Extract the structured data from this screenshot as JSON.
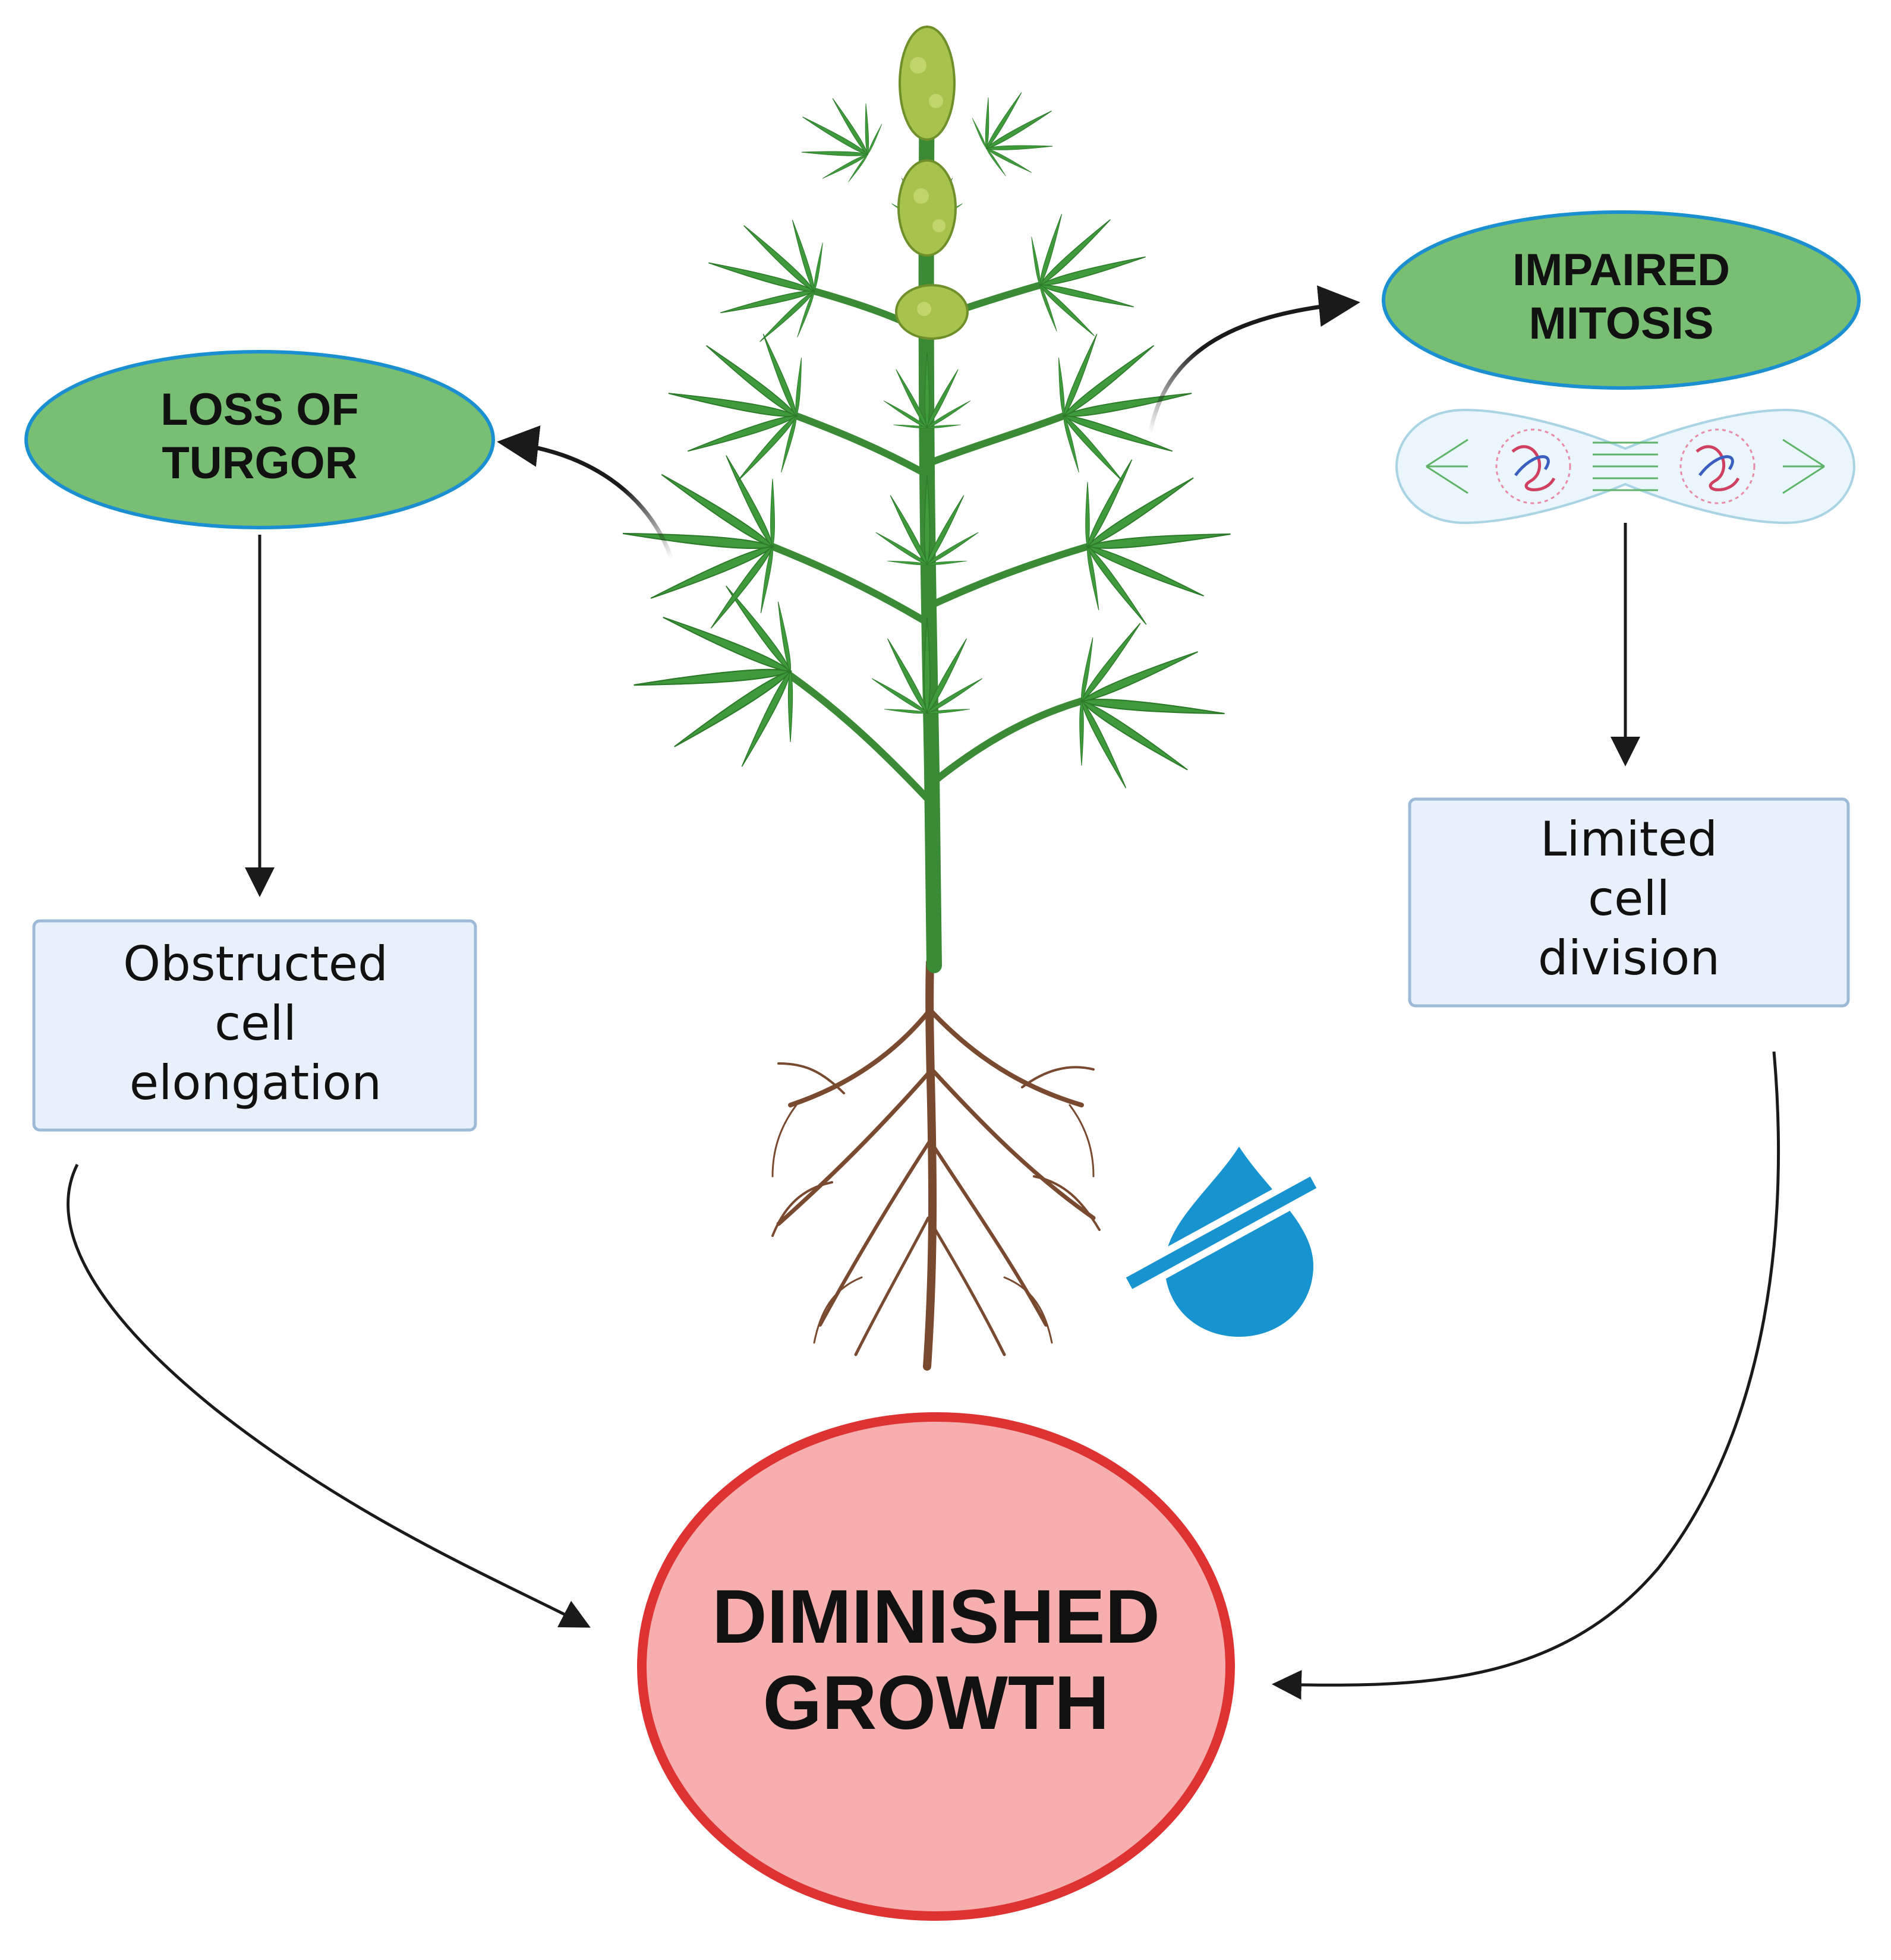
{
  "nodes": {
    "loss_of_turgor": {
      "line1": "LOSS OF",
      "line2": "TURGOR"
    },
    "impaired_mitosis": {
      "line1": "IMPAIRED",
      "line2": "MITOSIS"
    },
    "obstructed": {
      "line1": "Obstructed",
      "line2": "cell",
      "line3": "elongation"
    },
    "limited": {
      "line1": "Limited",
      "line2": "cell",
      "line3": "division"
    },
    "diminished": {
      "line1": "DIMINISHED",
      "line2": "GROWTH"
    }
  },
  "colors": {
    "ellipse_fill": "#79bf73",
    "ellipse_stroke": "#1b8fd0",
    "box_fill": "#e8f1fb",
    "box_stroke": "#9dbbd8",
    "circle_fill": "#f7aeae",
    "circle_stroke": "#dd3333",
    "leaf": "#3f9a3c",
    "stem": "#3a8a36",
    "root": "#7a4a30",
    "water": "#1794cf",
    "arrow": "#1a1a1a"
  },
  "icons": [
    "cannabis-plant-icon",
    "no-water-drop-icon",
    "cell-division-icon"
  ]
}
